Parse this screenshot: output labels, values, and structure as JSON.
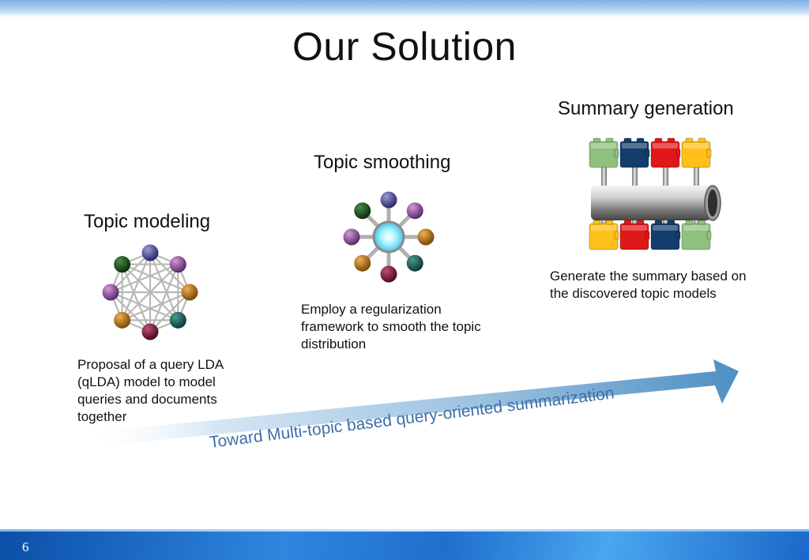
{
  "slide": {
    "title": "Our Solution",
    "number": "6"
  },
  "stages": [
    {
      "heading": "Topic modeling",
      "description": [
        "Proposal of a query LDA",
        "(qLDA) model to model",
        "queries and documents",
        "together"
      ],
      "icon": "fully-connected-graph-icon"
    },
    {
      "heading": "Topic smoothing",
      "description": [
        "Employ a regularization",
        "framework to smooth the topic",
        "distribution"
      ],
      "icon": "hub-and-spoke-icon"
    },
    {
      "heading": "Summary generation",
      "description": [
        "Generate the summary based on",
        "the discovered topic models"
      ],
      "icon": "blocks-on-pipe-icon"
    }
  ],
  "arrow": {
    "label": "Toward Multi-topic based query-oriented summarization"
  },
  "colors": {
    "arrow": "#4f8fc4",
    "arrow_text": "#3e6fa8",
    "block_green": "#8fc07e",
    "block_blue": "#123d6c",
    "block_red": "#e01818",
    "block_yellow": "#ffc01a",
    "band_blue": "#1f6fcd"
  }
}
